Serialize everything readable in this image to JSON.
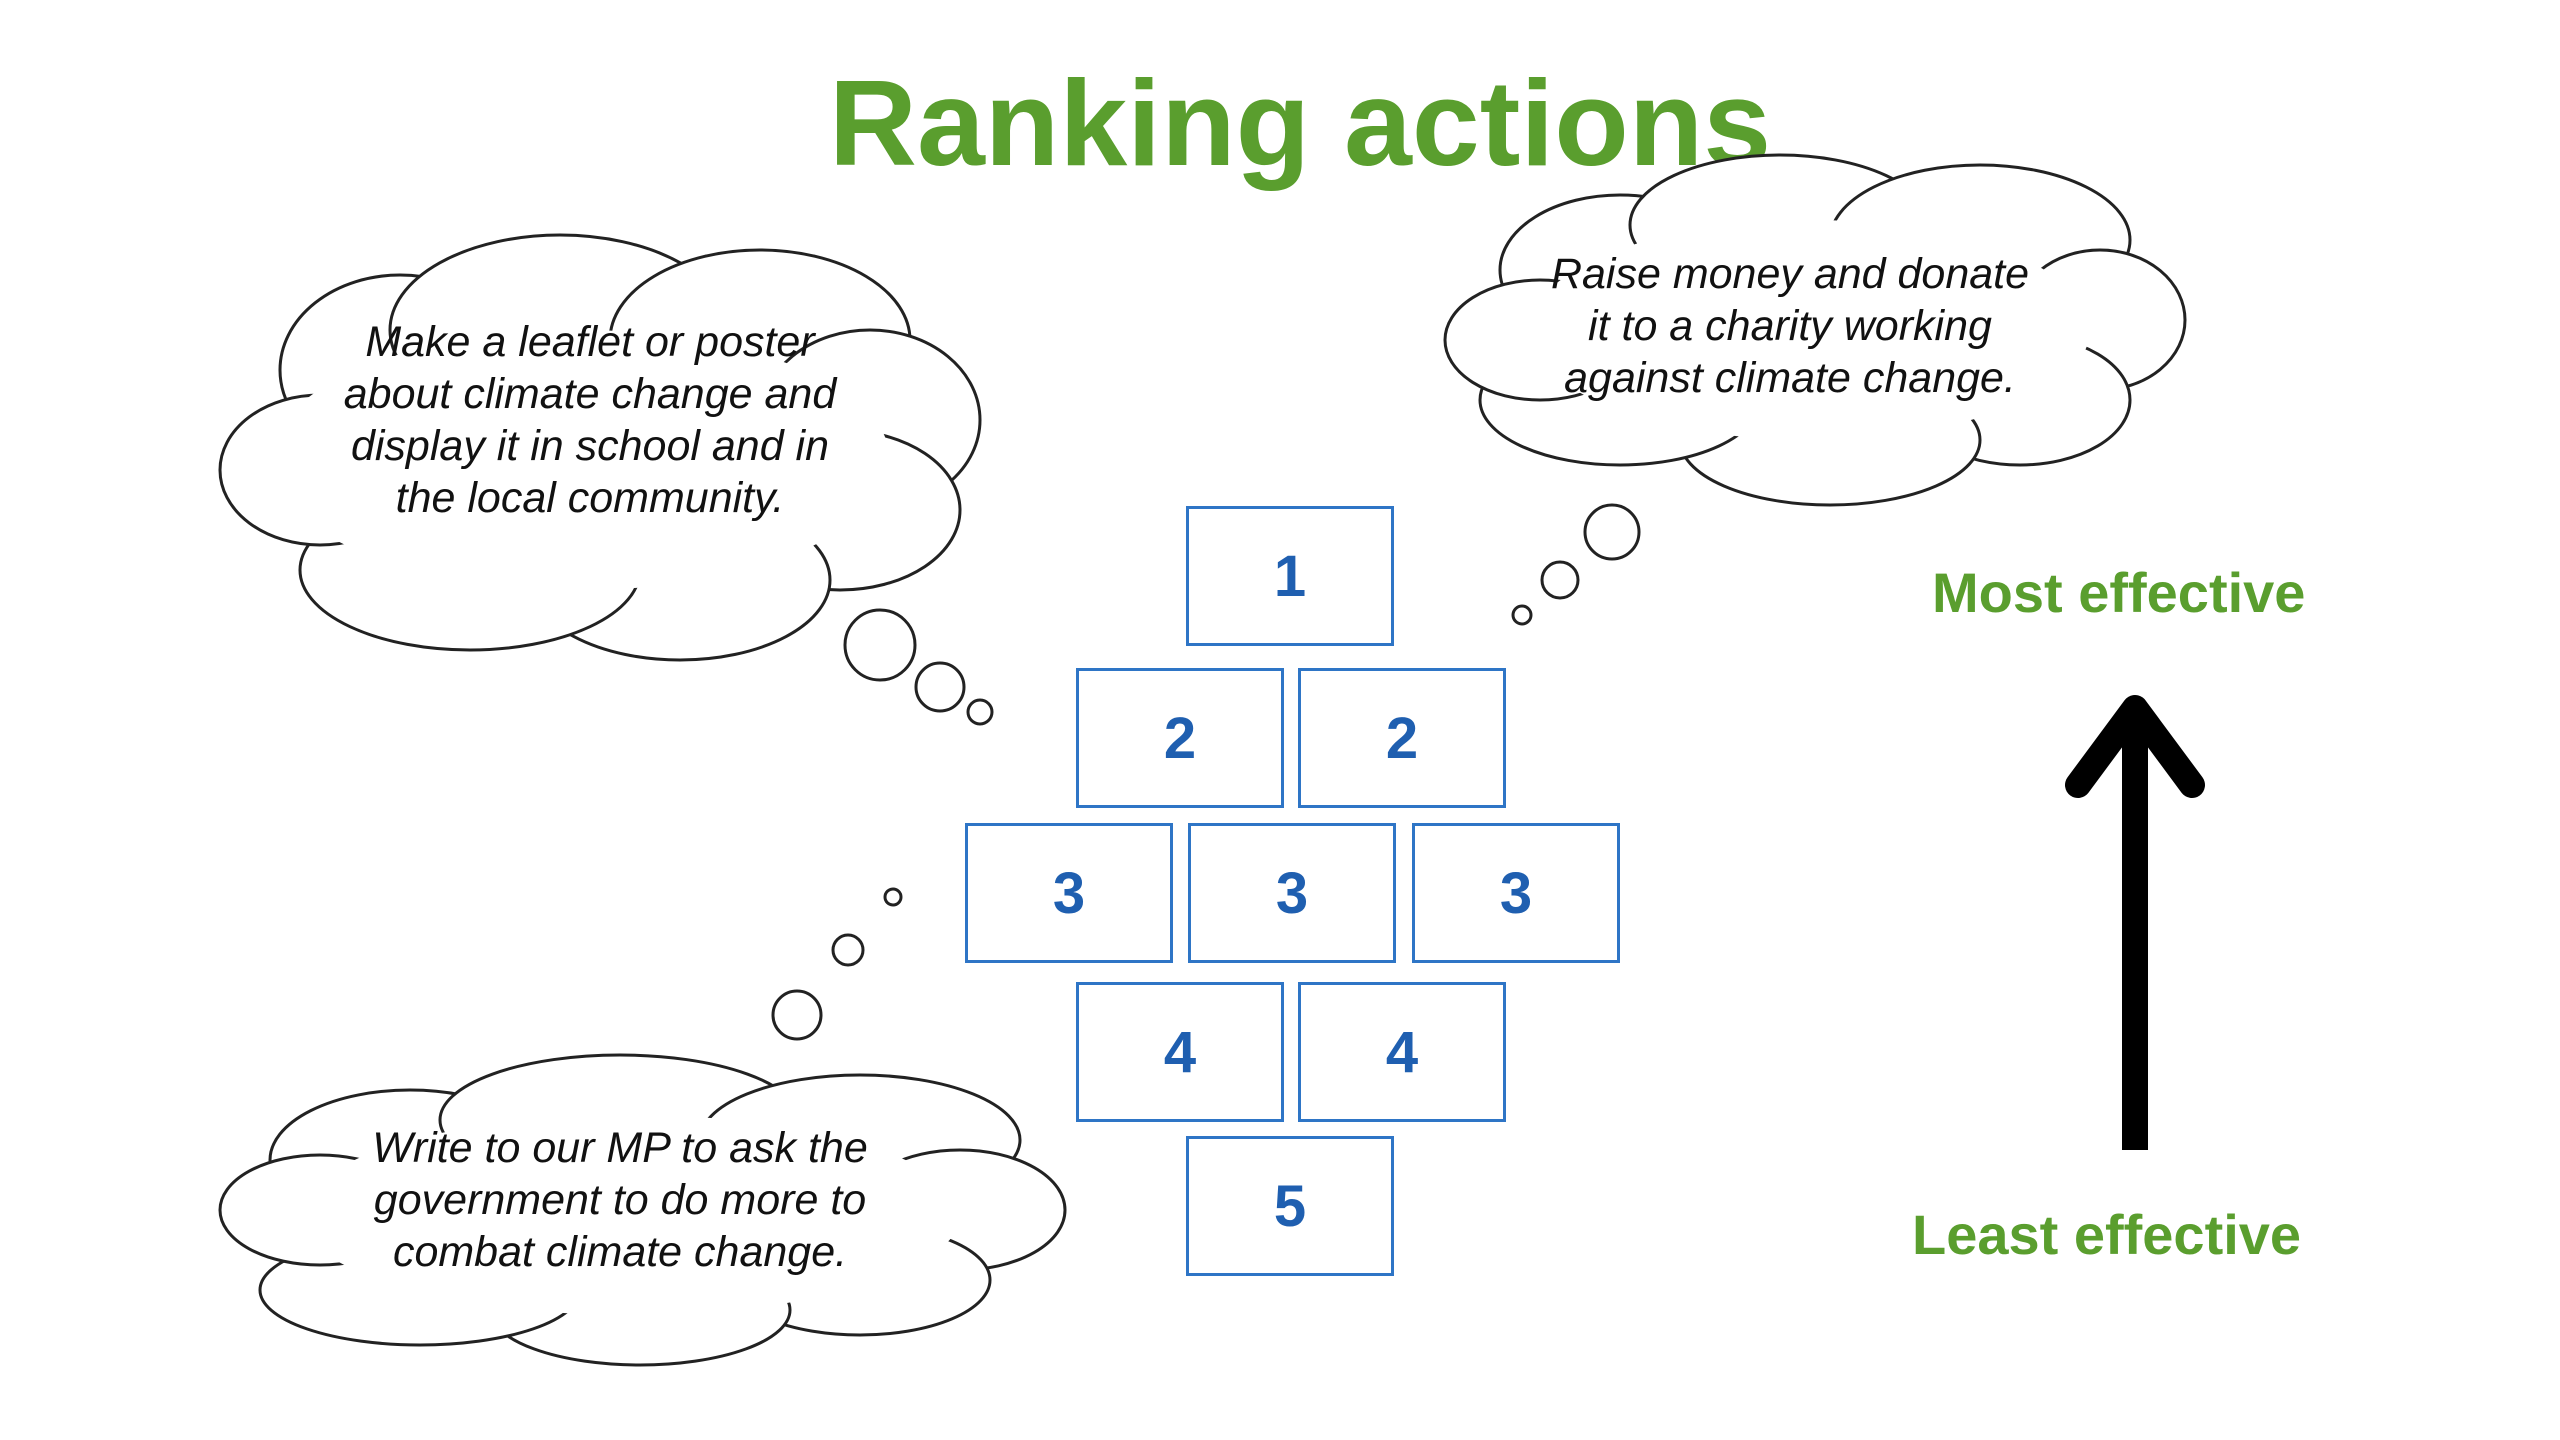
{
  "title": "Ranking actions",
  "clouds": {
    "leaflet": "Make a leaflet or poster about climate change and display it in school and in the local community.",
    "charity": "Raise money and donate it to a charity working against climate change.",
    "mp": "Write to our MP to ask the government to do more to combat climate change."
  },
  "ranking": {
    "r1": "1",
    "r2a": "2",
    "r2b": "2",
    "r3a": "3",
    "r3b": "3",
    "r3c": "3",
    "r4a": "4",
    "r4b": "4",
    "r5": "5"
  },
  "labels": {
    "most": "Most effective",
    "least": "Least effective"
  },
  "colors": {
    "accent_green": "#5a9e2e",
    "box_border": "#2e75c6",
    "box_number": "#1f5fb0",
    "arrow": "#000000"
  }
}
